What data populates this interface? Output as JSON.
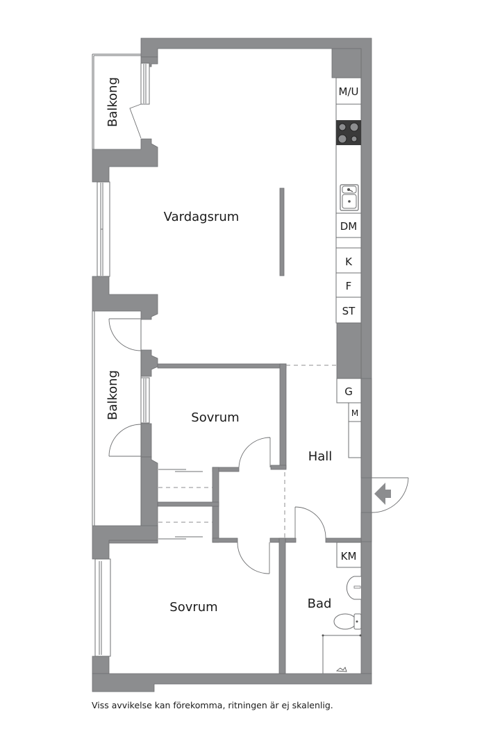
{
  "rooms": {
    "vardagsrum": "Vardagsrum",
    "balkong_top": "Balkong",
    "balkong_middle": "Balkong",
    "sovrum_1": "Sovrum",
    "sovrum_2": "Sovrum",
    "hall": "Hall",
    "bad": "Bad"
  },
  "fixtures": {
    "mu": "M/U",
    "dm": "DM",
    "k": "K",
    "f": "F",
    "st": "ST",
    "g": "G",
    "m": "M",
    "km": "KM"
  },
  "icons": {
    "stove": "stove-icon",
    "sink": "kitchen-sink-icon",
    "washbasin": "washbasin-icon",
    "toilet": "toilet-icon",
    "entrance": "entrance-arrow-icon"
  },
  "colors": {
    "wall": "#8c8d8f",
    "stove": "#3a3a3a",
    "background": "#ffffff"
  },
  "footer": {
    "disclaimer": "Viss avvikelse kan förekomma, ritningen är ej skalenlig."
  }
}
